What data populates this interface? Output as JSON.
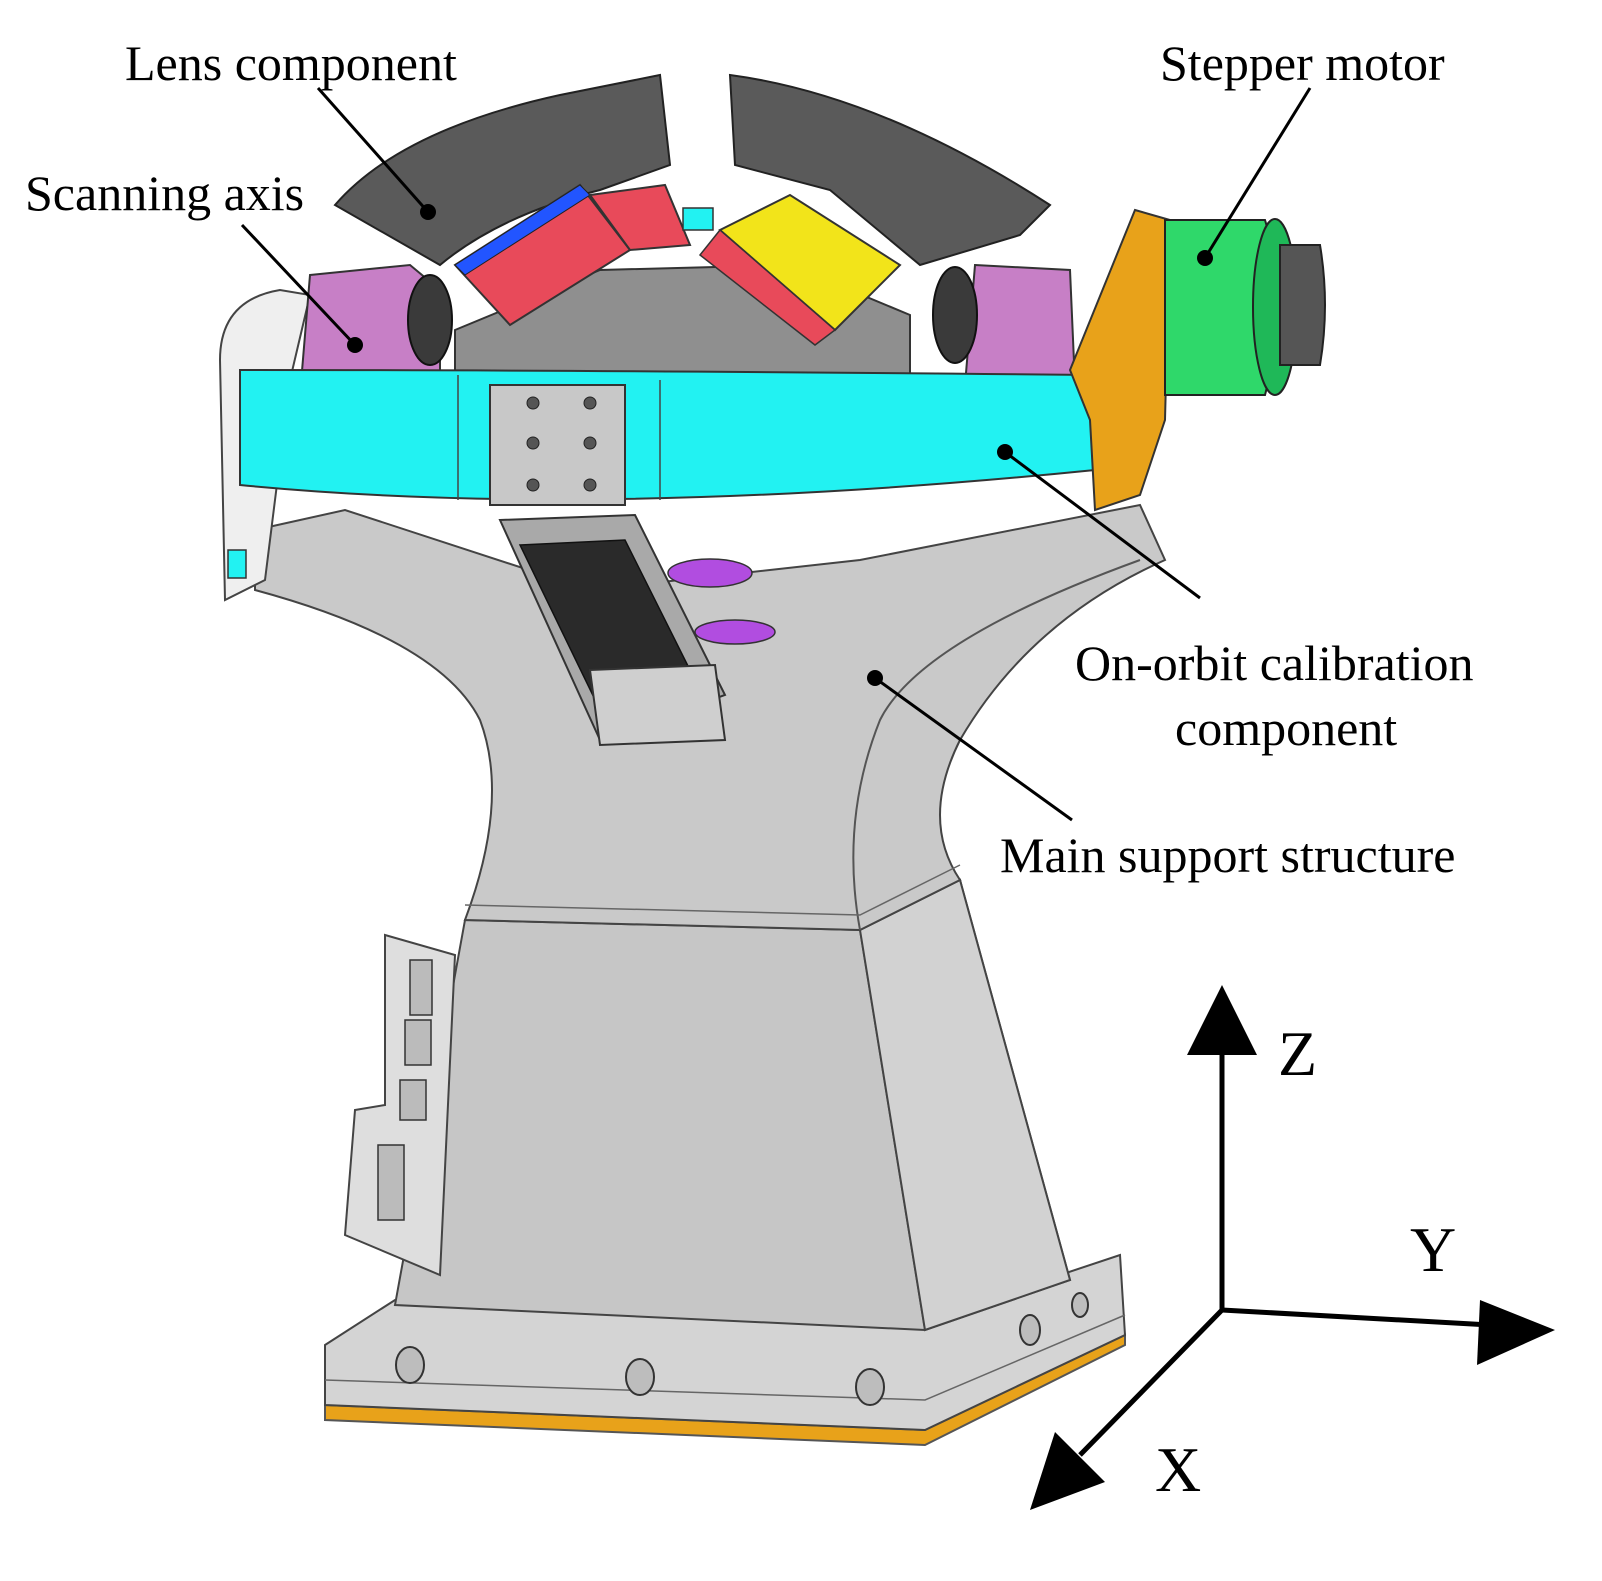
{
  "labels": {
    "lens_component": "Lens component",
    "stepper_motor": "Stepper motor",
    "scanning_axis": "Scanning axis",
    "calibration_line1": "On-orbit calibration",
    "calibration_line2": "component",
    "main_support": "Main support structure"
  },
  "axes": {
    "z": "Z",
    "y": "Y",
    "x": "X"
  },
  "colors": {
    "structure_gray": "#c6c6c6",
    "structure_dark": "#9a9a9a",
    "calibration_cyan": "#22f2f2",
    "stepper_green": "#2fd86a",
    "bracket_orange": "#e8a21a",
    "scan_axis_pink": "#c77fc6",
    "lens_dark": "#5a5a5a",
    "lens_red": "#e84a5a",
    "lens_yellow": "#f2e41a",
    "base_orange": "#e8a21a"
  }
}
